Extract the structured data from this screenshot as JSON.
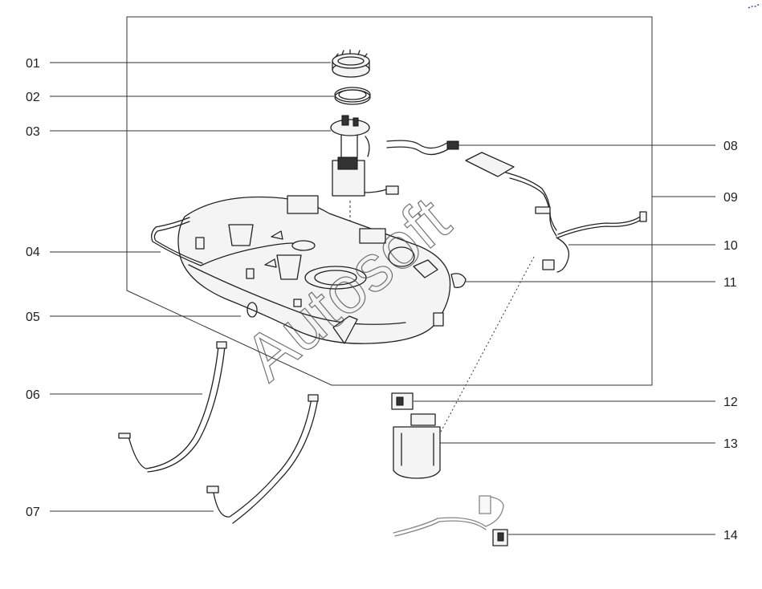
{
  "watermark": "Autosoft",
  "callouts": [
    {
      "id": "01",
      "label": "01"
    },
    {
      "id": "02",
      "label": "02"
    },
    {
      "id": "03",
      "label": "03"
    },
    {
      "id": "04",
      "label": "04"
    },
    {
      "id": "05",
      "label": "05"
    },
    {
      "id": "06",
      "label": "06"
    },
    {
      "id": "07",
      "label": "07"
    },
    {
      "id": "08",
      "label": "08"
    },
    {
      "id": "09",
      "label": "09"
    },
    {
      "id": "10",
      "label": "10"
    },
    {
      "id": "11",
      "label": "11"
    },
    {
      "id": "12",
      "label": "12"
    },
    {
      "id": "13",
      "label": "13"
    },
    {
      "id": "14",
      "label": "14"
    }
  ],
  "colors": {
    "line": "#222222",
    "background": "#ffffff",
    "accent_mark": "#3355cc"
  }
}
